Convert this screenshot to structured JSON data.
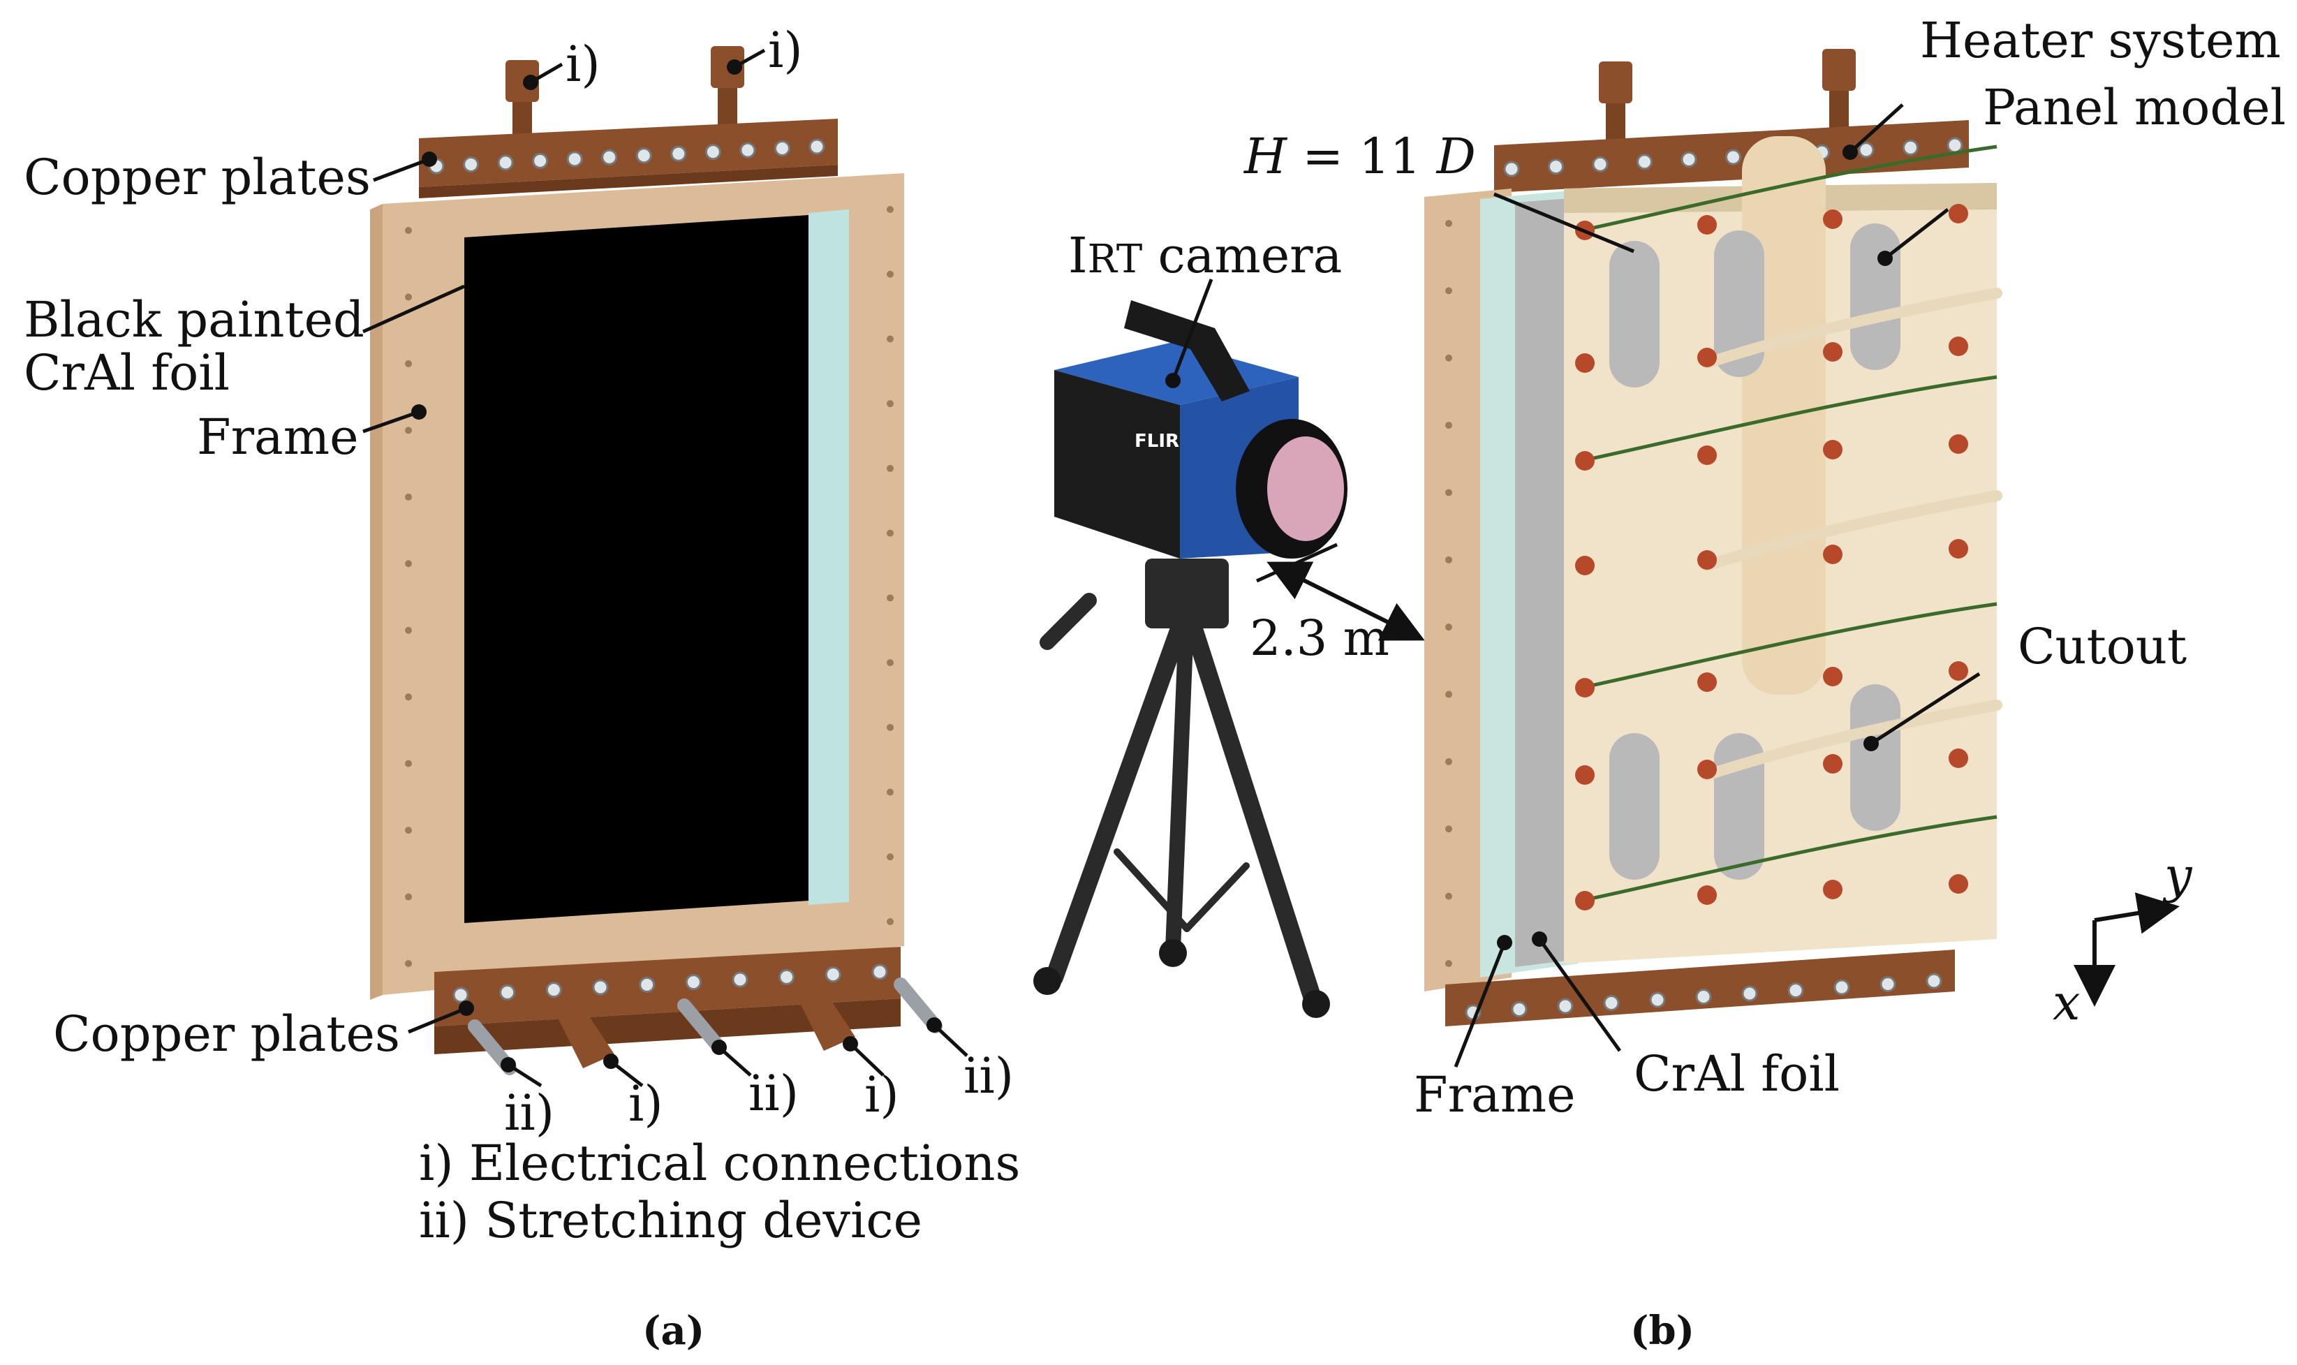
{
  "colors": {
    "frame": "#dcbc98",
    "frame_dark": "#c9a47e",
    "copper": "#8c4f2b",
    "copper_dark": "#6b3a1d",
    "foil": "#000000",
    "glass": "#bfe3e0",
    "panel": "#f0e3c9",
    "panel_shadow": "#d9c6a2",
    "camera_blue": "#2453a6",
    "camera_black": "#1c1c1c",
    "cutout_gray": "#b9b9b9",
    "wire_green": "#3a6b2a",
    "sensor_red": "#b5492a"
  },
  "panel_a": {
    "subcaption": "(a)",
    "label_copper_top": "Copper plates",
    "label_foil_line1": "Black painted",
    "label_foil_line2": "CrAl foil",
    "label_frame": "Frame",
    "label_copper_bottom": "Copper plates",
    "top_connectors": [
      "i)",
      "i)"
    ],
    "bottom_connectors": [
      "ii)",
      "i)",
      "ii)",
      "i)",
      "ii)"
    ],
    "legend_line1": "i) Electrical connections",
    "legend_line2": "ii) Stretching device"
  },
  "camera": {
    "label_prefix": "I",
    "label_smallcaps": "RT",
    "label_suffix": " camera",
    "brand": "FLIR",
    "distance": "2.3 m"
  },
  "panel_b": {
    "subcaption": "(b)",
    "label_heater": "Heater system",
    "label_panel": "Panel model",
    "height_label_var": "H",
    "height_label_rest": "= 11",
    "height_label_d": "D",
    "label_cutout": "Cutout",
    "label_frame": "Frame",
    "label_foil": "CrAl foil",
    "axis_x": "x",
    "axis_y": "y"
  }
}
